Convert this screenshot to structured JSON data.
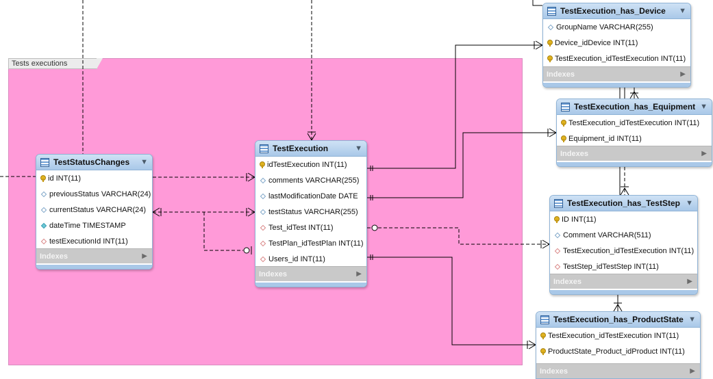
{
  "layer": {
    "label": "Tests executions"
  },
  "footer_label": "Indexes",
  "tables": {
    "teststatuschanges": {
      "name": "TestStatusChanges",
      "columns": [
        {
          "text": "id INT(11)",
          "kind": "pk"
        },
        {
          "text": "previousStatus VARCHAR(24)",
          "kind": "plain"
        },
        {
          "text": "currentStatus VARCHAR(24)",
          "kind": "plain"
        },
        {
          "text": "dateTime TIMESTAMP",
          "kind": "notnull"
        },
        {
          "text": "testExecutionId INT(11)",
          "kind": "fk"
        }
      ]
    },
    "testexecution": {
      "name": "TestExecution",
      "columns": [
        {
          "text": "idTestExecution INT(11)",
          "kind": "pk"
        },
        {
          "text": "comments VARCHAR(255)",
          "kind": "plain"
        },
        {
          "text": "lastModificationDate DATE",
          "kind": "plain"
        },
        {
          "text": "testStatus VARCHAR(255)",
          "kind": "plain"
        },
        {
          "text": "Test_idTest INT(11)",
          "kind": "fk"
        },
        {
          "text": "TestPlan_idTestPlan INT(11)",
          "kind": "fk"
        },
        {
          "text": "Users_id INT(11)",
          "kind": "fk"
        }
      ]
    },
    "has_device": {
      "name": "TestExecution_has_Device",
      "columns": [
        {
          "text": "GroupName VARCHAR(255)",
          "kind": "plain"
        },
        {
          "text": "Device_idDevice INT(11)",
          "kind": "pk"
        },
        {
          "text": "TestExecution_idTestExecution INT(11)",
          "kind": "pk"
        }
      ]
    },
    "has_equipment": {
      "name": "TestExecution_has_Equipment",
      "columns": [
        {
          "text": "TestExecution_idTestExecution INT(11)",
          "kind": "pk"
        },
        {
          "text": "Equipment_id INT(11)",
          "kind": "pk"
        }
      ]
    },
    "has_teststep": {
      "name": "TestExecution_has_TestStep",
      "columns": [
        {
          "text": "ID INT(11)",
          "kind": "pk"
        },
        {
          "text": "Comment VARCHAR(511)",
          "kind": "plain"
        },
        {
          "text": "TestExecution_idTestExecution INT(11)",
          "kind": "fk"
        },
        {
          "text": "TestStep_idTestStep INT(11)",
          "kind": "fk"
        }
      ]
    },
    "has_productstate": {
      "name": "TestExecution_has_ProductState",
      "columns": [
        {
          "text": "TestExecution_idTestExecution INT(11)",
          "kind": "pk"
        },
        {
          "text": "ProductState_Product_idProduct INT(11)",
          "kind": "pk"
        }
      ]
    }
  }
}
